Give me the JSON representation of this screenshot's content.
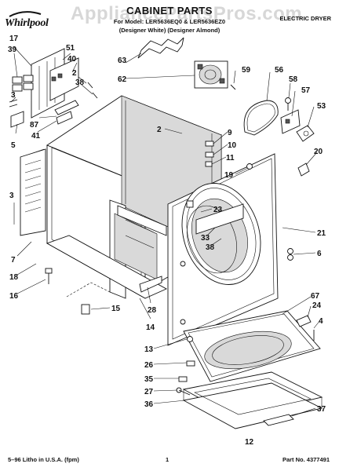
{
  "header": {
    "brand": "Whirlpool",
    "watermark": "AppliancePartsPros.com",
    "title": "CABINET PARTS",
    "models_line": "For Model: LER5636EQ0 & LER5636EZ0",
    "variants_line": "(Designer White) (Designer Almond)",
    "product_type": "ELECTRIC DRYER"
  },
  "footer": {
    "litho": "5–96 Litho in U.S.A. (fpm)",
    "page": "1",
    "part_no": "Part No. 4377491"
  },
  "callouts": [
    "17",
    "39",
    "51",
    "40",
    "2",
    "38",
    "3",
    "87",
    "41",
    "5",
    "63",
    "62",
    "59",
    "56",
    "58",
    "57",
    "53",
    "20",
    "2",
    "9",
    "10",
    "11",
    "19",
    "21",
    "6",
    "3",
    "7",
    "18",
    "16",
    "15",
    "14",
    "28",
    "23",
    "33",
    "38",
    "67",
    "24",
    "4",
    "13",
    "26",
    "35",
    "27",
    "36",
    "37",
    "12"
  ]
}
